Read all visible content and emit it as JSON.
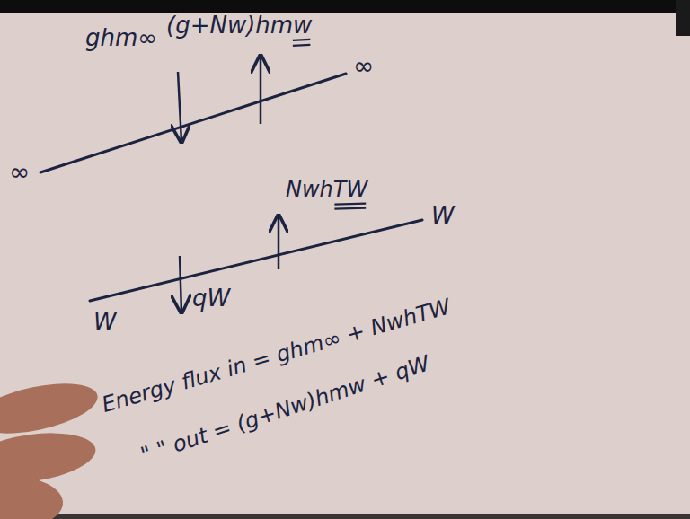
{
  "diagram": {
    "labels": [
      "ghm∞",
      "(g+Nw)hmw",
      "∞",
      "∞",
      "NwhTW",
      "W",
      "W",
      "qW",
      "Energy flux in = ghm∞ + NwhTW",
      "\" \" out = (g+Nw)hmw + qW"
    ]
  }
}
